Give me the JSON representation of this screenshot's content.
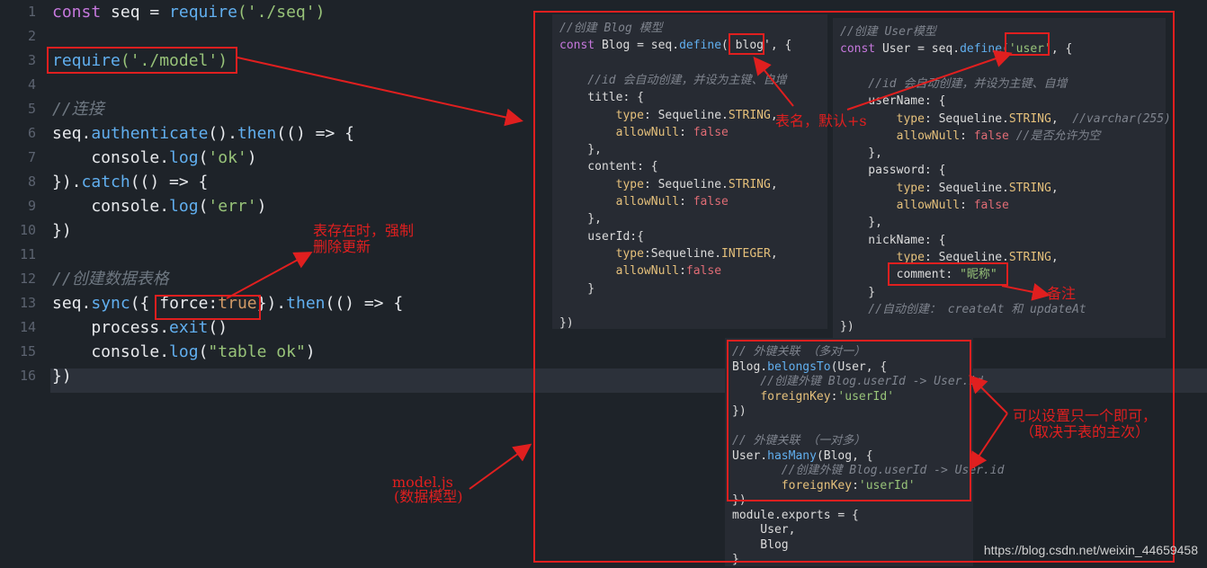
{
  "editor": {
    "line_numbers": [
      "1",
      "2",
      "3",
      "4",
      "5",
      "6",
      "7",
      "8",
      "9",
      "10",
      "11",
      "12",
      "13",
      "14",
      "15",
      "16"
    ],
    "l1": {
      "kw": "const",
      "rest": " seq = ",
      "fn": "require",
      "args": "('./seq')"
    },
    "l3": {
      "fn": "require",
      "args": "('./model')"
    },
    "l5": "//连接",
    "l6": {
      "a": "seq.",
      "fn": "authenticate",
      "b": "().",
      "fn2": "then",
      "c": "(() => {"
    },
    "l7": {
      "a": "    console.",
      "fn": "log",
      "b": "(",
      "str": "'ok'",
      "c": ")"
    },
    "l8": {
      "a": "}).",
      "fn": "catch",
      "b": "(() => {"
    },
    "l9": {
      "a": "    console.",
      "fn": "log",
      "b": "(",
      "str": "'err'",
      "c": ")"
    },
    "l10": "})",
    "l12": "//创建数据表格",
    "l13": {
      "a": "seq.",
      "fn": "sync",
      "b": "({ ",
      "key": "force",
      "colon": ":",
      "bool": "true",
      "c": "}).",
      "fn2": "then",
      "d": "(() => {"
    },
    "l14": {
      "a": "    process.",
      "fn": "exit",
      "b": "()"
    },
    "l15": {
      "a": "    console.",
      "fn": "log",
      "b": "(",
      "str": "\"table ok\"",
      "c": ")"
    },
    "l16": "})"
  },
  "blog_panel": {
    "lines": [
      "//创建 Blog 模型",
      "const Blog = seq.define( blog', {",
      "",
      "    //id 会自动创建，并设为主键、自增",
      "    title: {",
      "        type: Sequeline.STRING,",
      "        allowNull: false",
      "    },",
      "    content: {",
      "        type: Sequeline.STRING,",
      "        allowNull: false",
      "    },",
      "    userId:{",
      "        type:Sequeline.INTEGER,",
      "        allowNull:false",
      "    }",
      "",
      "})"
    ]
  },
  "user_panel": {
    "lines": [
      "//创建 User模型",
      "const User = seq.define('user', {",
      "",
      "    //id 会自动创建，并设为主键、自增",
      "    userName: {",
      "        type: Sequeline.STRING,  //varchar(255)",
      "        allowNull: false //是否允许为空",
      "    },",
      "    password: {",
      "        type: Sequeline.STRING,",
      "        allowNull: false",
      "    },",
      "    nickName: {",
      "        type: Sequeline.STRING,",
      "        comment: \"昵称\"",
      "    }",
      "    //自动创建： createAt 和 updateAt",
      "})"
    ]
  },
  "assoc_panel": {
    "lines": [
      "// 外键关联 （多对一）",
      "Blog.belongsTo(User, {",
      "    //创建外键 Blog.userId -> User.id",
      "    foreignKey:'userId'",
      "})",
      "",
      "// 外键关联 （一对多）",
      "User.hasMany(Blog, {",
      "       //创建外键 Blog.userId -> User.id",
      "       foreignKey:'userId'",
      "})",
      "module.exports = {",
      "    User,",
      "    Blog",
      "}"
    ]
  },
  "annotations": {
    "table_name": "表名，默认+s",
    "force_note_1": "表存在时，强制",
    "force_note_2": "删除更新",
    "comment_note": "备注",
    "assoc_note_1": "可以设置只一个即可，",
    "assoc_note_2": "（取决于表的主次）",
    "model_note_1": "model.js",
    "model_note_2": "(数据模型)"
  },
  "watermark": "https://blog.csdn.net/weixin_44659458",
  "colors": {
    "annotation_red": "#e01f1f",
    "editor_bg": "#1e2329",
    "panel_bg": "#272b33"
  }
}
